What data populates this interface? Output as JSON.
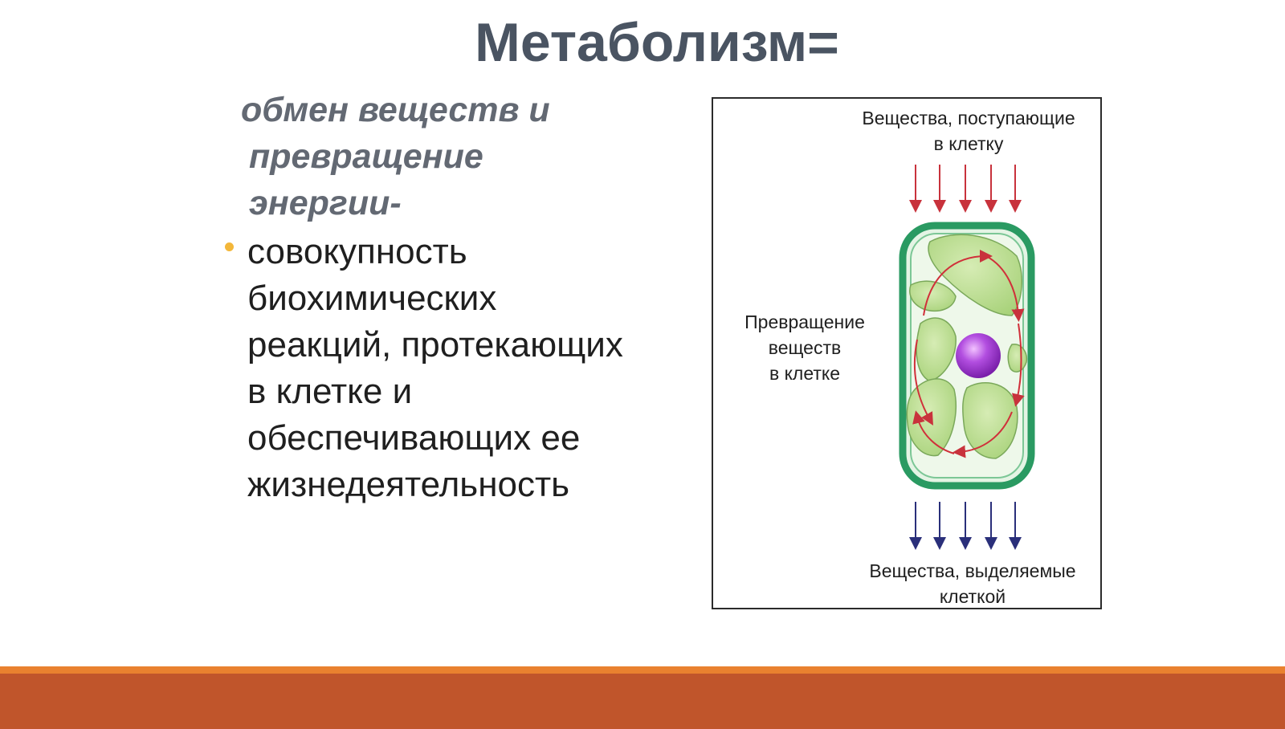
{
  "slide": {
    "title": "Метаболизм=",
    "subtitle_lines": [
      "обмен веществ и",
      "превращение",
      "энергии-"
    ],
    "bullet_lines": [
      "совокупность",
      "биохимических",
      "реакций, протекающих",
      "в клетке и",
      "обеспечивающих ее",
      "жизнедеятельность"
    ]
  },
  "figure": {
    "top_label": [
      "Вещества, поступающие",
      "в клетку"
    ],
    "middle_label": [
      "Превращение",
      "веществ",
      "в клетке"
    ],
    "bottom_label": [
      "Вещества, выделяемые",
      "клеткой"
    ]
  },
  "colors": {
    "title": "#4a5462",
    "subtitle": "#636973",
    "bullet": "#f3b73a",
    "footer_band": "#c0552b",
    "footer_stripe": "#e9812f",
    "cell_wall": "#2a9a62",
    "chloroplast": "#b9dc8c",
    "nucleus": "#a63fd6",
    "arrow_in": "#c8323c",
    "arrow_out": "#2a2f7a"
  }
}
